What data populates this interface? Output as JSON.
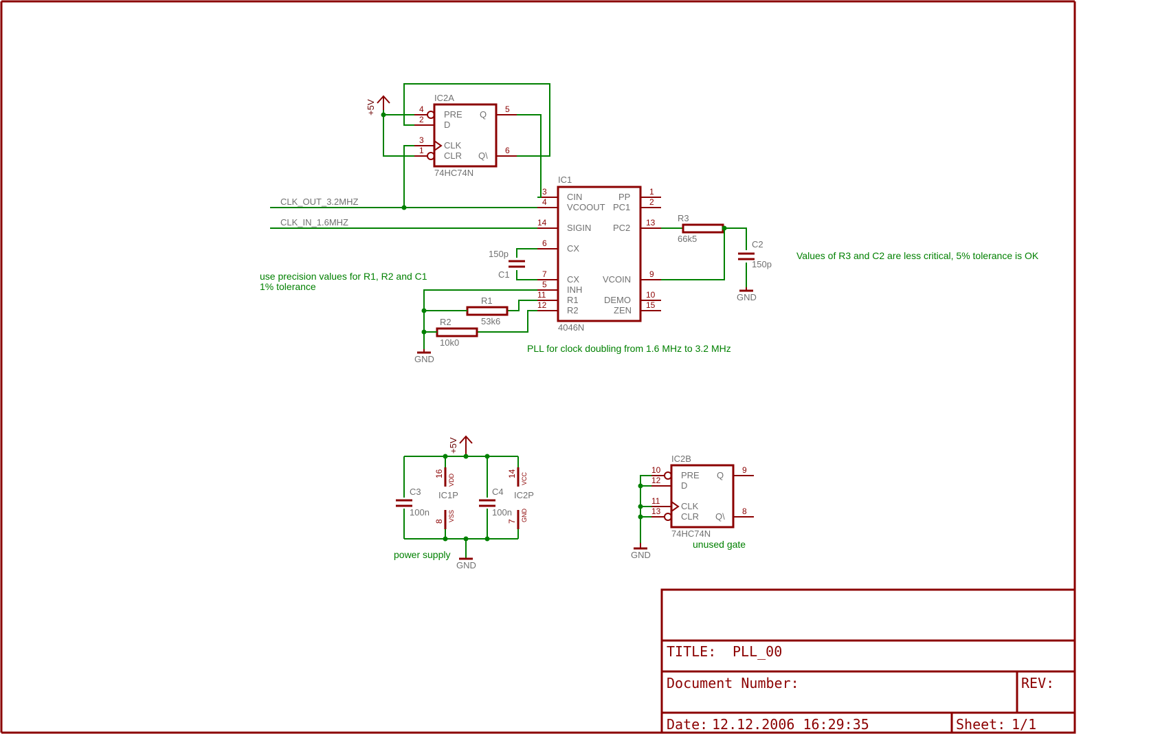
{
  "ic1": {
    "name": "IC1",
    "value": "4046N",
    "pins_left": [
      {
        "num": "3",
        "label": "CIN"
      },
      {
        "num": "4",
        "label": "VCOOUT"
      },
      {
        "num": "14",
        "label": "SIGIN"
      },
      {
        "num": "6",
        "label": "CX"
      },
      {
        "num": "7",
        "label": "CX"
      },
      {
        "num": "5",
        "label": "INH"
      },
      {
        "num": "11",
        "label": "R1"
      },
      {
        "num": "12",
        "label": "R2"
      }
    ],
    "pins_right": [
      {
        "num": "1",
        "label": "PP"
      },
      {
        "num": "2",
        "label": "PC1"
      },
      {
        "num": "13",
        "label": "PC2"
      },
      {
        "num": "9",
        "label": "VCOIN"
      },
      {
        "num": "10",
        "label": "DEMO"
      },
      {
        "num": "15",
        "label": "ZEN"
      }
    ]
  },
  "ic2a": {
    "name": "IC2A",
    "value": "74HC74N",
    "pins_left": [
      {
        "num": "4",
        "label": "PRE"
      },
      {
        "num": "2",
        "label": "D"
      },
      {
        "num": "3",
        "label": "CLK"
      },
      {
        "num": "1",
        "label": "CLR"
      }
    ],
    "pins_right": [
      {
        "num": "5",
        "label": "Q"
      },
      {
        "num": "6",
        "label": "Q\\"
      }
    ]
  },
  "ic2b": {
    "name": "IC2B",
    "value": "74HC74N",
    "pins_left": [
      {
        "num": "10",
        "label": "PRE"
      },
      {
        "num": "12",
        "label": "D"
      },
      {
        "num": "11",
        "label": "CLK"
      },
      {
        "num": "13",
        "label": "CLR"
      }
    ],
    "pins_right": [
      {
        "num": "9",
        "label": "Q"
      },
      {
        "num": "8",
        "label": "Q\\"
      }
    ]
  },
  "power_parts": {
    "ic1p": {
      "name": "IC1P",
      "top_pin": "16",
      "top_label": "VDD",
      "bottom_pin": "8",
      "bottom_label": "VSS"
    },
    "ic2p": {
      "name": "IC2P",
      "top_pin": "14",
      "top_label": "VCC",
      "bottom_pin": "7",
      "bottom_label": "GND"
    }
  },
  "components": {
    "r1": {
      "name": "R1",
      "value": "53k6"
    },
    "r2": {
      "name": "R2",
      "value": "10k0"
    },
    "r3": {
      "name": "R3",
      "value": "66k5"
    },
    "c1": {
      "name": "C1",
      "value": "150p"
    },
    "c2": {
      "name": "C2",
      "value": "150p"
    },
    "c3": {
      "name": "C3",
      "value": "100n"
    },
    "c4": {
      "name": "C4",
      "value": "100n"
    }
  },
  "supply": {
    "vcc": "+5V",
    "gnd": "GND"
  },
  "nets": {
    "clk_out": "CLK_OUT_3.2MHZ",
    "clk_in": "CLK_IN_1.6MHZ"
  },
  "notes": {
    "precision_line1": "use precision values for R1, R2 and C1",
    "precision_line2": "1% tolerance",
    "r3c2": "Values of R3 and C2 are less critical, 5% tolerance is OK",
    "pll": "PLL for clock doubling from 1.6 MHz to 3.2 MHz",
    "power": "power supply",
    "unused": "unused gate"
  },
  "title_block": {
    "title_label": "TITLE:",
    "title_value": "PLL_00",
    "docnum_label": "Document Number:",
    "rev_label": "REV:",
    "date_label": "Date:",
    "date_value": "12.12.2006 16:29:35",
    "sheet_label": "Sheet:",
    "sheet_value": "1/1"
  }
}
